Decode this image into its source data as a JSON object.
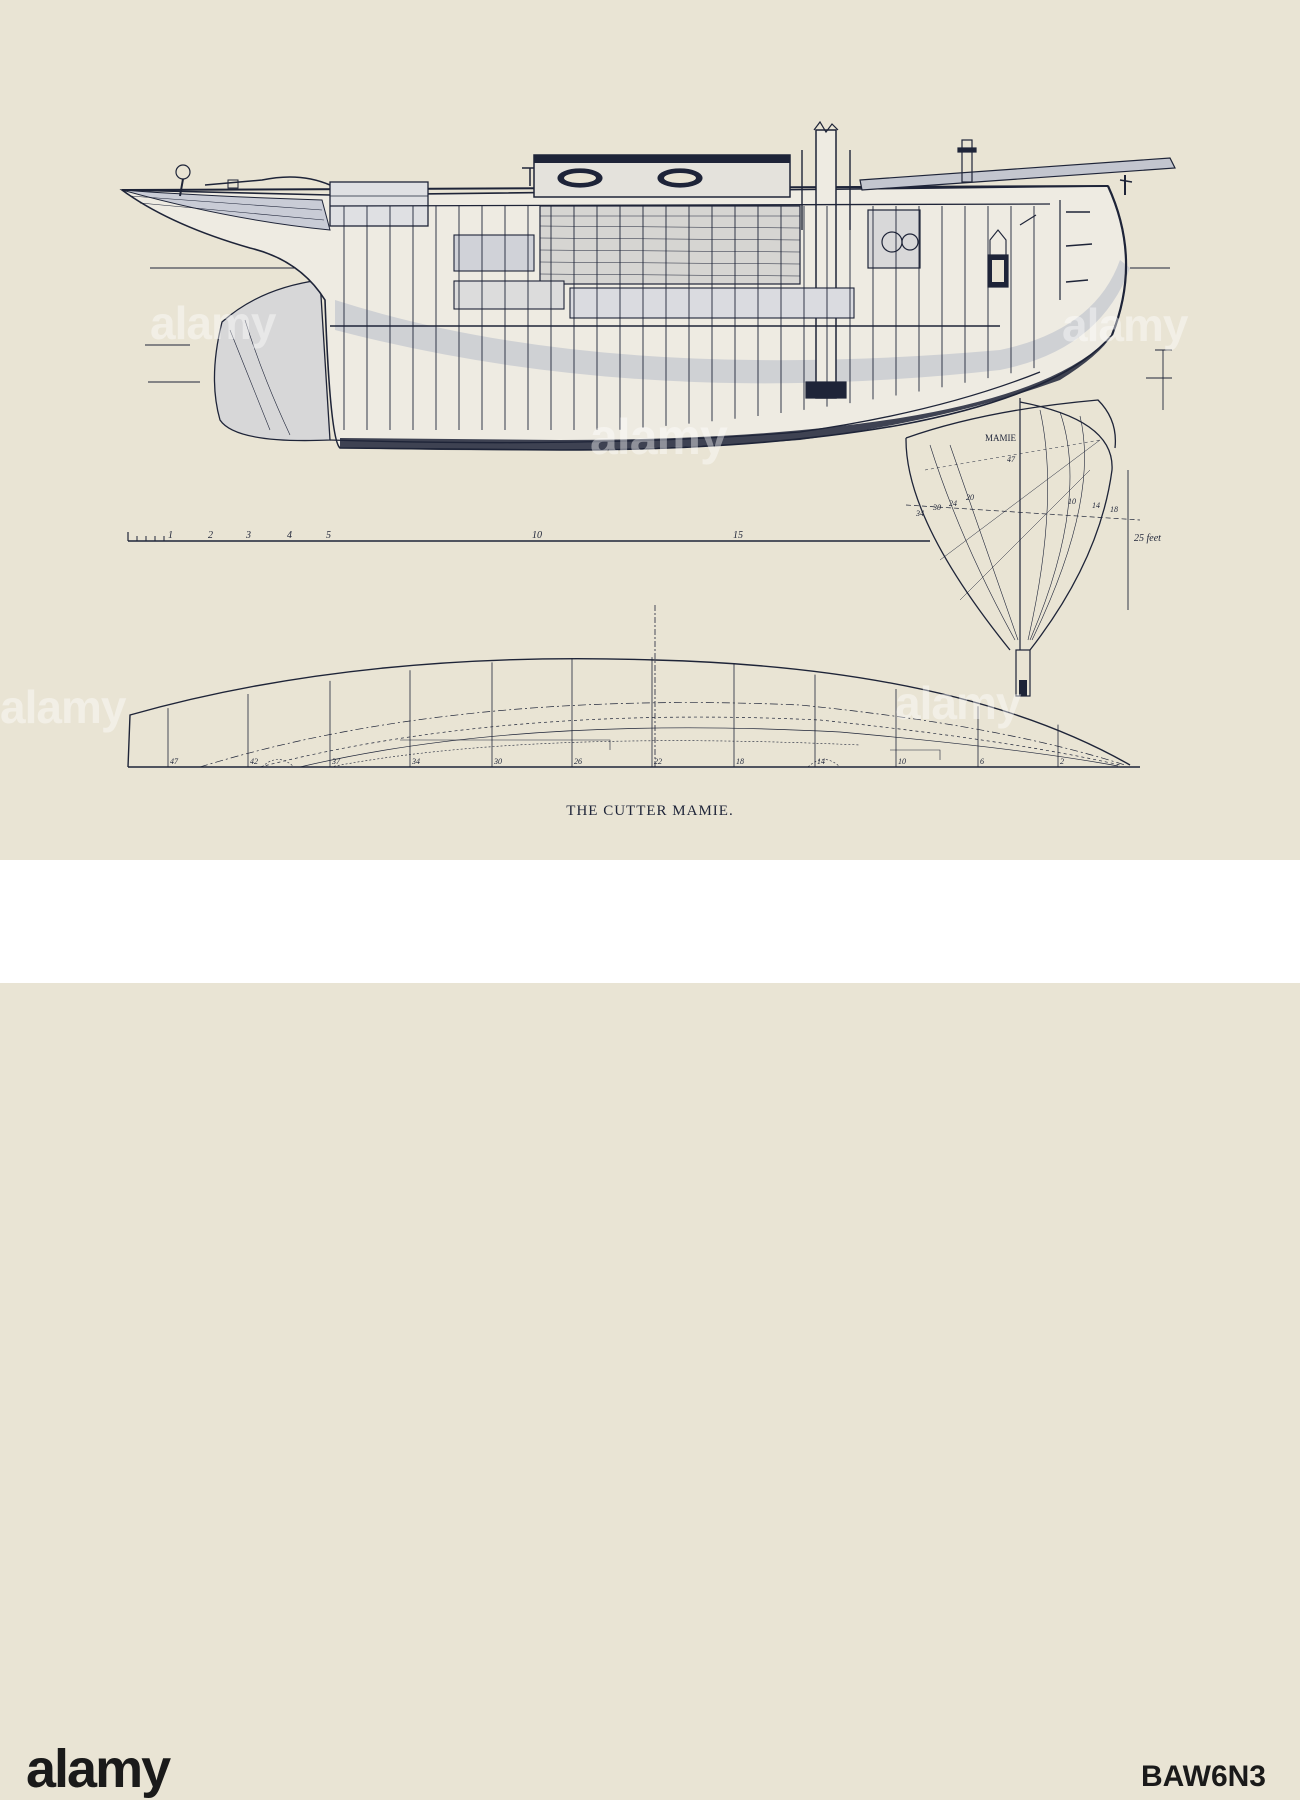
{
  "caption": "THE CUTTER MAMIE.",
  "scale": {
    "ticks": [
      "1",
      "2",
      "3",
      "4",
      "5",
      "10",
      "15"
    ],
    "end_label": "25 feet"
  },
  "body_plan": {
    "name_label": "MAMIE",
    "sheer_label": "47",
    "waterline_labels": [
      "34",
      "30",
      "24",
      "20"
    ],
    "right_labels": [
      "10",
      "14",
      "18"
    ]
  },
  "half_breadth": {
    "station_labels": [
      "47",
      "42",
      "37",
      "34",
      "30",
      "26",
      "22",
      "18",
      "14",
      "10",
      "6",
      "2"
    ]
  },
  "watermark": "alamy",
  "footer": {
    "brand": "alamy",
    "image_code": "BAW6N3"
  },
  "colors": {
    "paper": "#e9e4d4",
    "ink": "#1e2438",
    "hull_shade": "#b7bcc9"
  }
}
